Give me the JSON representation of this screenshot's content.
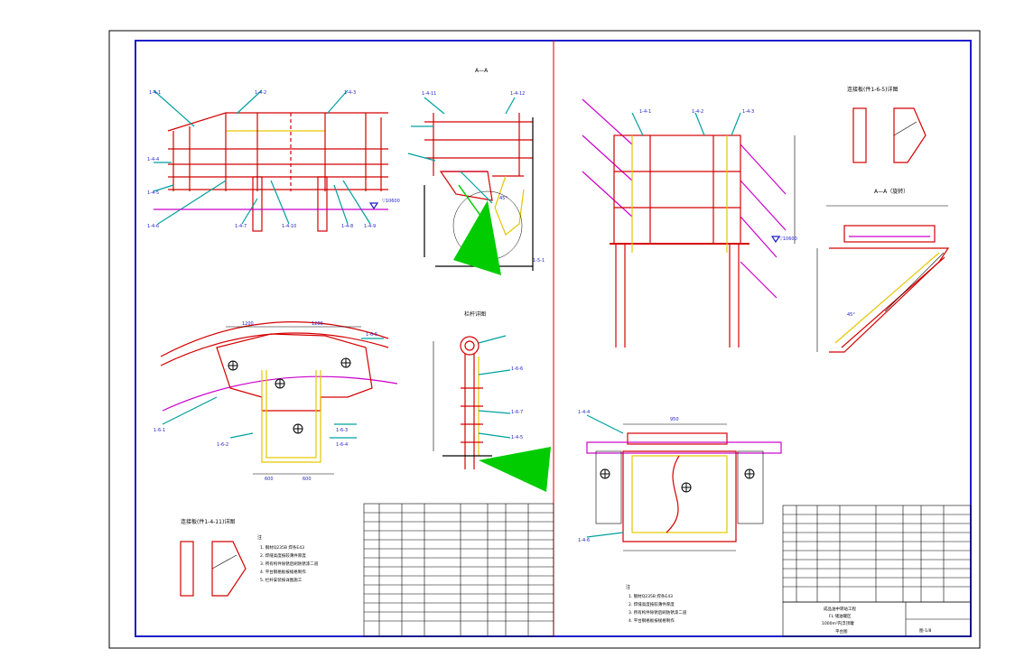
{
  "views": {
    "section_aa": "A—A",
    "railing_detail": "栏杆详图",
    "section_aa_rotated": "A—A（旋转）",
    "joint_b5": "连接板(件1-6-5)详图",
    "joint_b4": "连接板(件1-4-11)详图"
  },
  "parts": [
    "1-4-1",
    "1-4-2",
    "1-4-3",
    "1-4-4",
    "1-4-5",
    "1-4-6",
    "1-4-7",
    "1-4-8",
    "1-4-9",
    "1-4-10",
    "1-4-11",
    "1-4-12",
    "1-5-1",
    "1-6-1",
    "1-6-2",
    "1-6-3",
    "1-6-4",
    "1-6-5",
    "1-6-6",
    "1-6-7"
  ],
  "dims": {
    "w1200a": "1200",
    "w1200b": "1200",
    "w950": "950",
    "w600a": "600",
    "w600b": "600",
    "lvl": "▽10600",
    "angle45": "45°"
  },
  "notes": {
    "title": "注",
    "lines": [
      "1. 钢材Q235B 焊条E43",
      "2. 焊缝高度按较薄件厚度",
      "3. 所有构件除锈后刷防锈漆二道",
      "4. 平台钢格板按规格制作",
      "5. 栏杆安装按详图施工"
    ]
  },
  "title_block": {
    "project": "成品油中转站工程",
    "sub": "FL 储油罐区",
    "drawing": "1000m³内浮顶罐",
    "name": "平台图",
    "number": "图-1/8"
  },
  "colors": {
    "frame": "#000000",
    "border": "#1e1ec8",
    "red": "#d40000",
    "yellow": "#e6c600",
    "green": "#00cc00",
    "magenta": "#cc00cc",
    "cyan": "#00a0a0"
  }
}
